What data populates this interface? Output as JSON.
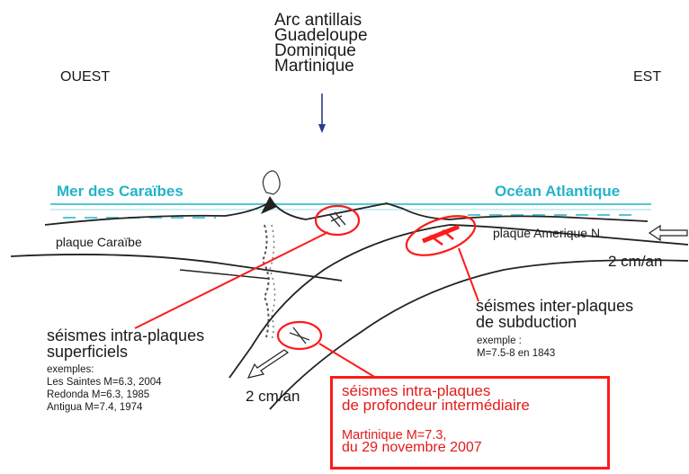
{
  "arc": {
    "lines": [
      "Arc antillais",
      "Guadeloupe",
      "Dominique",
      "Martinique"
    ]
  },
  "directions": {
    "west": "OUEST",
    "east": "EST"
  },
  "seas": {
    "caribbean": "Mer des Caraïbes",
    "atlantic": "Océan Atlantique"
  },
  "plates": {
    "caribbean": "plaque Caraïbe",
    "north_america": "plaque Amerique N."
  },
  "rates": {
    "east": "2 cm/an",
    "west": "2 cm/an"
  },
  "shallow": {
    "title_1": "séismes intra-plaques",
    "title_2": "superficiels",
    "examples_label": "exemples:",
    "examples": [
      "Les Saintes M=6.3, 2004",
      "Redonda M=6.3, 1985",
      "Antigua M=7.4, 1974"
    ]
  },
  "interplate": {
    "title_1": "séismes inter-plaques",
    "title_2": "de subduction",
    "example_label": "exemple :",
    "example": "M=7.5-8 en 1843"
  },
  "intermediate": {
    "title_1": "séismes intra-plaques",
    "title_2": "de profondeur intermédiaire",
    "example_1": "Martinique M=7.3,",
    "example_2": "du 29 novembre 2007"
  },
  "colors": {
    "sea_text": "#22b4c8",
    "sea_line": "#56c7d6",
    "highlight": "#ff1a1a"
  }
}
